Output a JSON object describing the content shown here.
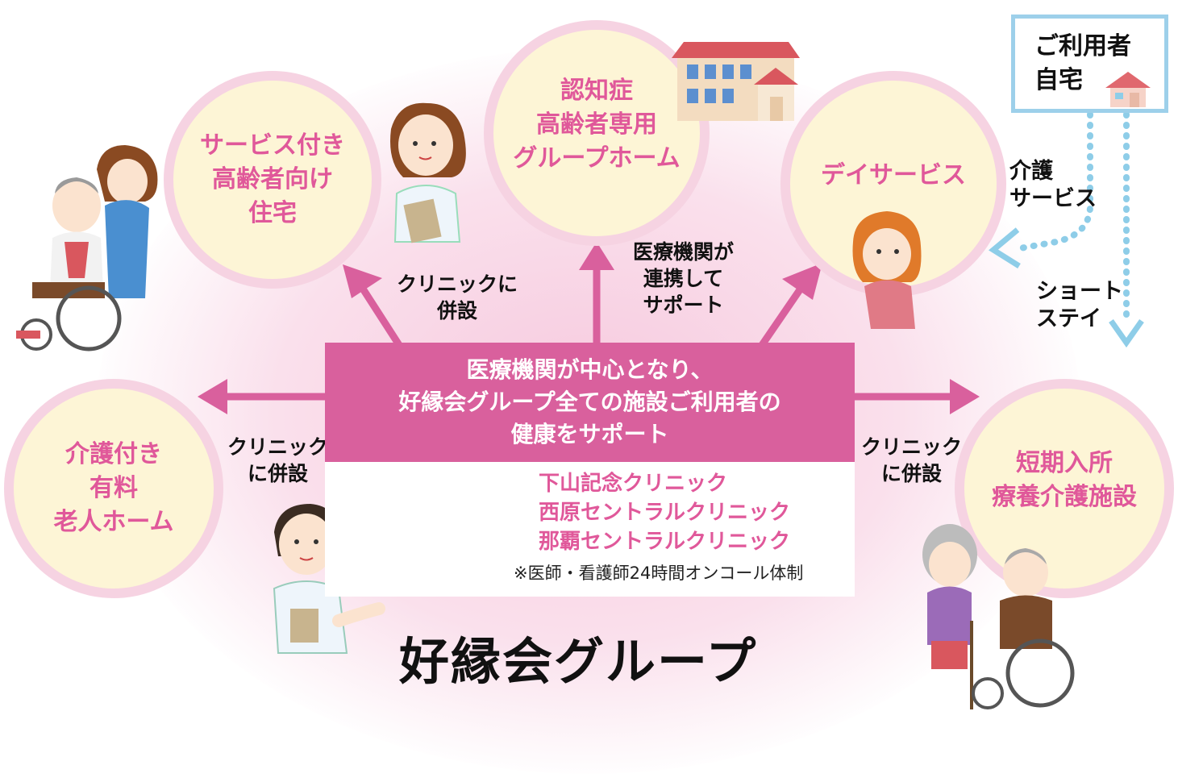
{
  "circles": {
    "service_housing": "サービス付き\n高齢者向け\n住宅",
    "dementia_group_home": "認知症\n高齢者専用\nグループホーム",
    "day_service": "デイサービス",
    "nursing_home": "介護付き\n有料\n老人ホーム",
    "short_term": "短期入所\n療養介護施設"
  },
  "labels": {
    "clinic_attached_left_top": "クリニックに\n併設",
    "medical_support": "医療機関が\n連携して\nサポート",
    "clinic_attached_left": "クリニック\nに併設",
    "clinic_attached_right": "クリニック\nに併設",
    "care_service": "介護\nサービス",
    "short_stay": "ショート\nステイ"
  },
  "center": {
    "message": "医療機関が中心となり、\n好縁会グループ全ての施設ご利用者の\n健康をサポート",
    "clinics": [
      "下山記念クリニック",
      "西原セントラルクリニック",
      "那覇セントラルクリニック"
    ],
    "note": "※医師・看護師24時間オンコール体制"
  },
  "home": {
    "label": "ご利用者\n自宅"
  },
  "group_title": "好縁会グループ",
  "colors": {
    "pink": "#e0589a",
    "band": "#d9609d",
    "arrow": "#d9609d",
    "circle_fill": "#fdf5d6",
    "circle_border": "#f6d3e2",
    "dotted": "#8ecde8"
  },
  "icons": [
    "building-icon",
    "hospital-icon",
    "house-icon",
    "nurse-illustration",
    "doctor-illustration",
    "caregiver-illustration",
    "elderly-illustration"
  ]
}
